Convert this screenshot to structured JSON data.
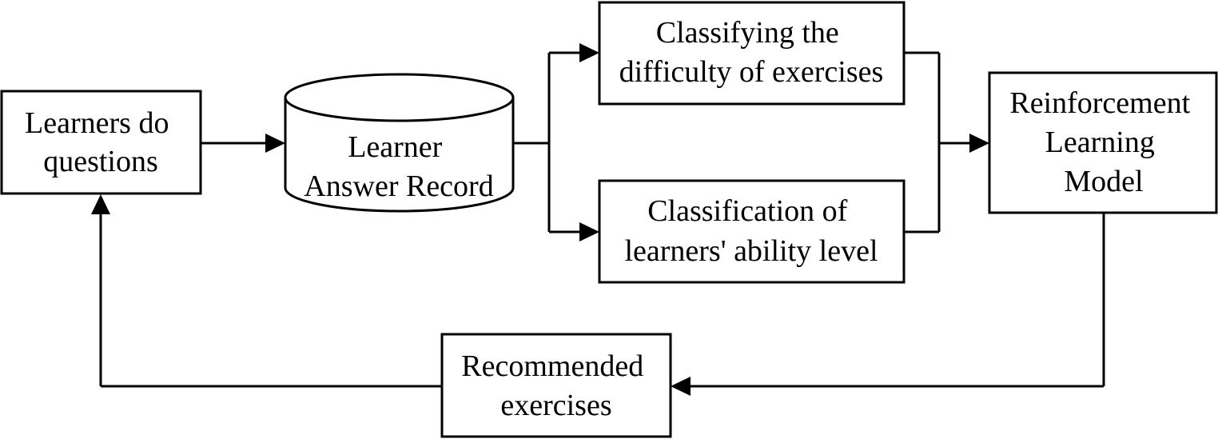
{
  "diagram": {
    "nodes": {
      "learners_do_questions": {
        "lines": [
          "Learners do",
          "questions"
        ]
      },
      "answer_record": {
        "lines": [
          "Learner",
          "Answer Record"
        ]
      },
      "difficulty": {
        "lines": [
          "Classifying the",
          "difficulty of exercises"
        ]
      },
      "ability": {
        "lines": [
          "Classification of",
          "learners' ability level"
        ]
      },
      "rl_model": {
        "lines": [
          "Reinforcement",
          "Learning",
          "Model"
        ]
      },
      "recommended": {
        "lines": [
          "Recommended",
          "exercises"
        ]
      }
    },
    "colors": {
      "stroke": "#000000",
      "fill": "#ffffff",
      "text": "#000000"
    }
  }
}
